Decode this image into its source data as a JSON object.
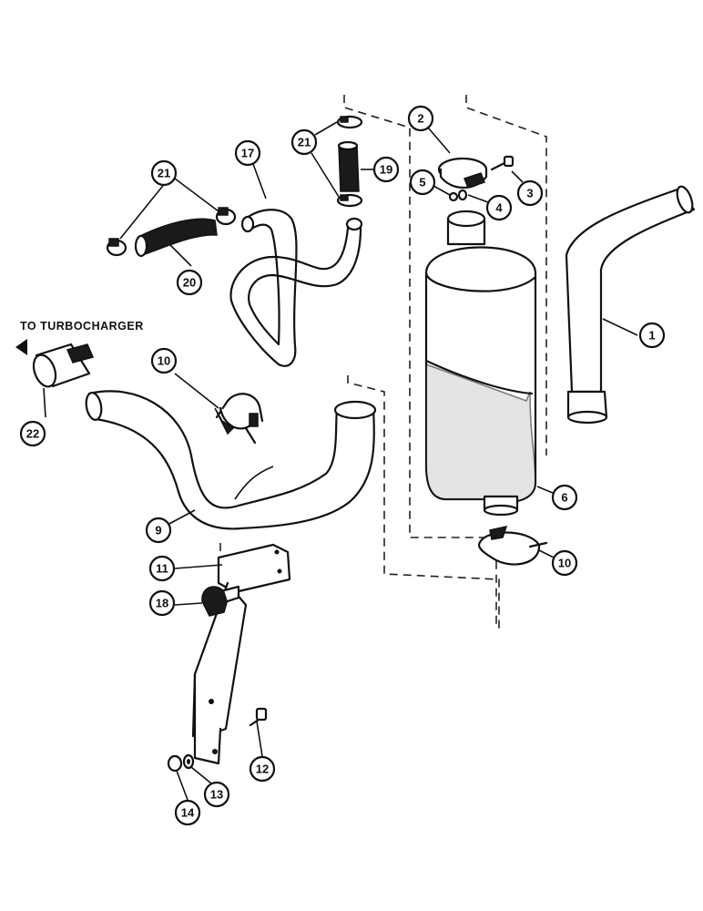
{
  "diagram": {
    "label_turbo": "TO TURBOCHARGER",
    "callouts": [
      "1",
      "2",
      "3",
      "4",
      "5",
      "6",
      "9",
      "10",
      "10",
      "11",
      "12",
      "13",
      "14",
      "17",
      "18",
      "19",
      "20",
      "21",
      "21",
      "22"
    ]
  },
  "colors": {
    "ink": "#111111",
    "paper": "#ffffff",
    "shade": "#cfcfcf"
  }
}
